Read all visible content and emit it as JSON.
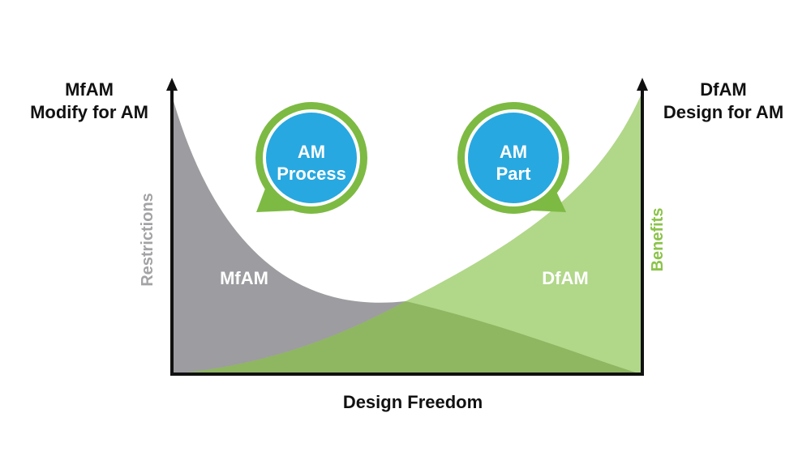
{
  "corner_labels": {
    "left": {
      "line1": "MfAM",
      "line2": "Modify for AM"
    },
    "right": {
      "line1": "DfAM",
      "line2": "Design for AM"
    }
  },
  "axes": {
    "x_label": "Design Freedom",
    "left_label": "Restrictions",
    "right_label": "Benefits"
  },
  "regions": {
    "left": "MfAM",
    "right": "DfAM"
  },
  "bubbles": {
    "left": {
      "line1": "AM",
      "line2": "Process"
    },
    "right": {
      "line1": "AM",
      "line2": "Part"
    }
  },
  "colors": {
    "restrictions_gray": "#9d9ca0",
    "overlap_green": "#8fb661",
    "benefits_green": "#a9d37c",
    "bubble_ring": "#7dba43",
    "bubble_fill": "#28a8e0",
    "axis": "#111111",
    "text_dark": "#111111",
    "text_white": "#ffffff"
  }
}
